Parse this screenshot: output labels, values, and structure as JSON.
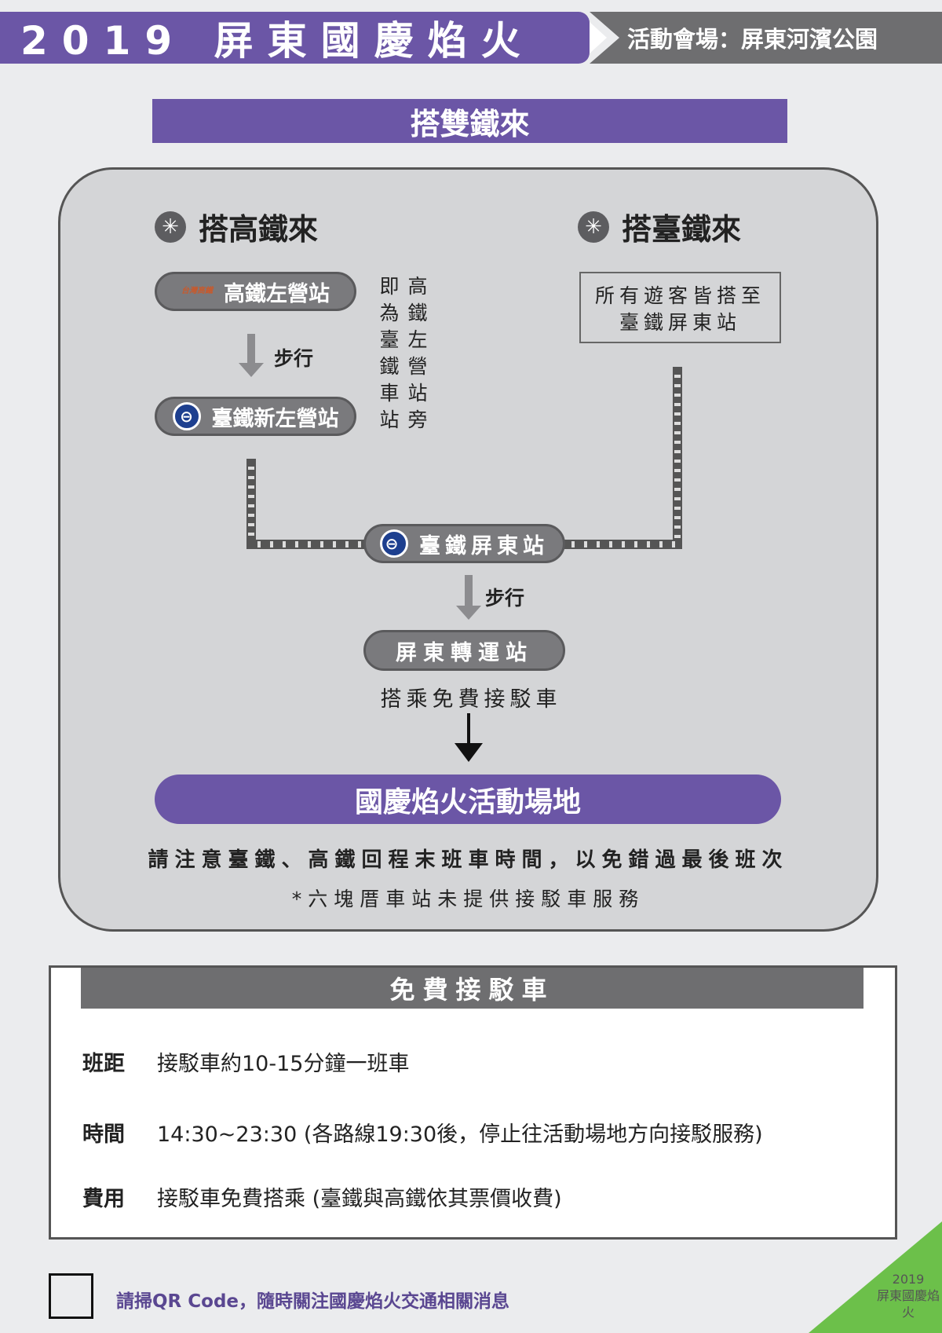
{
  "header": {
    "title": "2019 屏東國慶焰火",
    "venue": "活動會場：屏東河濱公園"
  },
  "section_title": "搭雙鐵來",
  "hsr": {
    "heading": "搭高鐵來",
    "icon": "snowflake-firework-icon",
    "station1": "高鐵左營站",
    "logo_text": "台灣高鐵",
    "walk": "步行",
    "station2": "臺鐵新左營站",
    "note": "高鐵左營站旁即為臺鐵車站"
  },
  "tra": {
    "heading": "搭臺鐵來",
    "note": "所有遊客皆搭至臺鐵屏東站"
  },
  "flow": {
    "pingtung": "臺鐵屏東站",
    "walk": "步行",
    "transfer": "屏東轉運站",
    "shuttle_text": "搭乘免費接駁車",
    "venue": "國慶焰火活動場地",
    "notice": "請注意臺鐵、高鐵回程末班車時間，以免錯過最後班次",
    "footnote": "*六塊厝車站未提供接駁車服務"
  },
  "shuttle": {
    "title": "免費接駁車",
    "rows": [
      {
        "label": "班距",
        "value": "接駁車約10-15分鐘一班車"
      },
      {
        "label": "時間",
        "value": "14:30~23:30 (各路線19:30後，停止往活動場地方向接駁服務)"
      },
      {
        "label": "費用",
        "value": "接駁車免費搭乘 (臺鐵與高鐵依其票價收費)"
      }
    ]
  },
  "footer": {
    "qr_text": "請掃QR Code，隨時關注國慶焰火交通相關消息",
    "corner_year": "2019",
    "corner_title": "屏東國慶焰火"
  },
  "colors": {
    "purple": "#6b56a6",
    "gray": "#6e6e70",
    "green": "#6cc04a"
  }
}
